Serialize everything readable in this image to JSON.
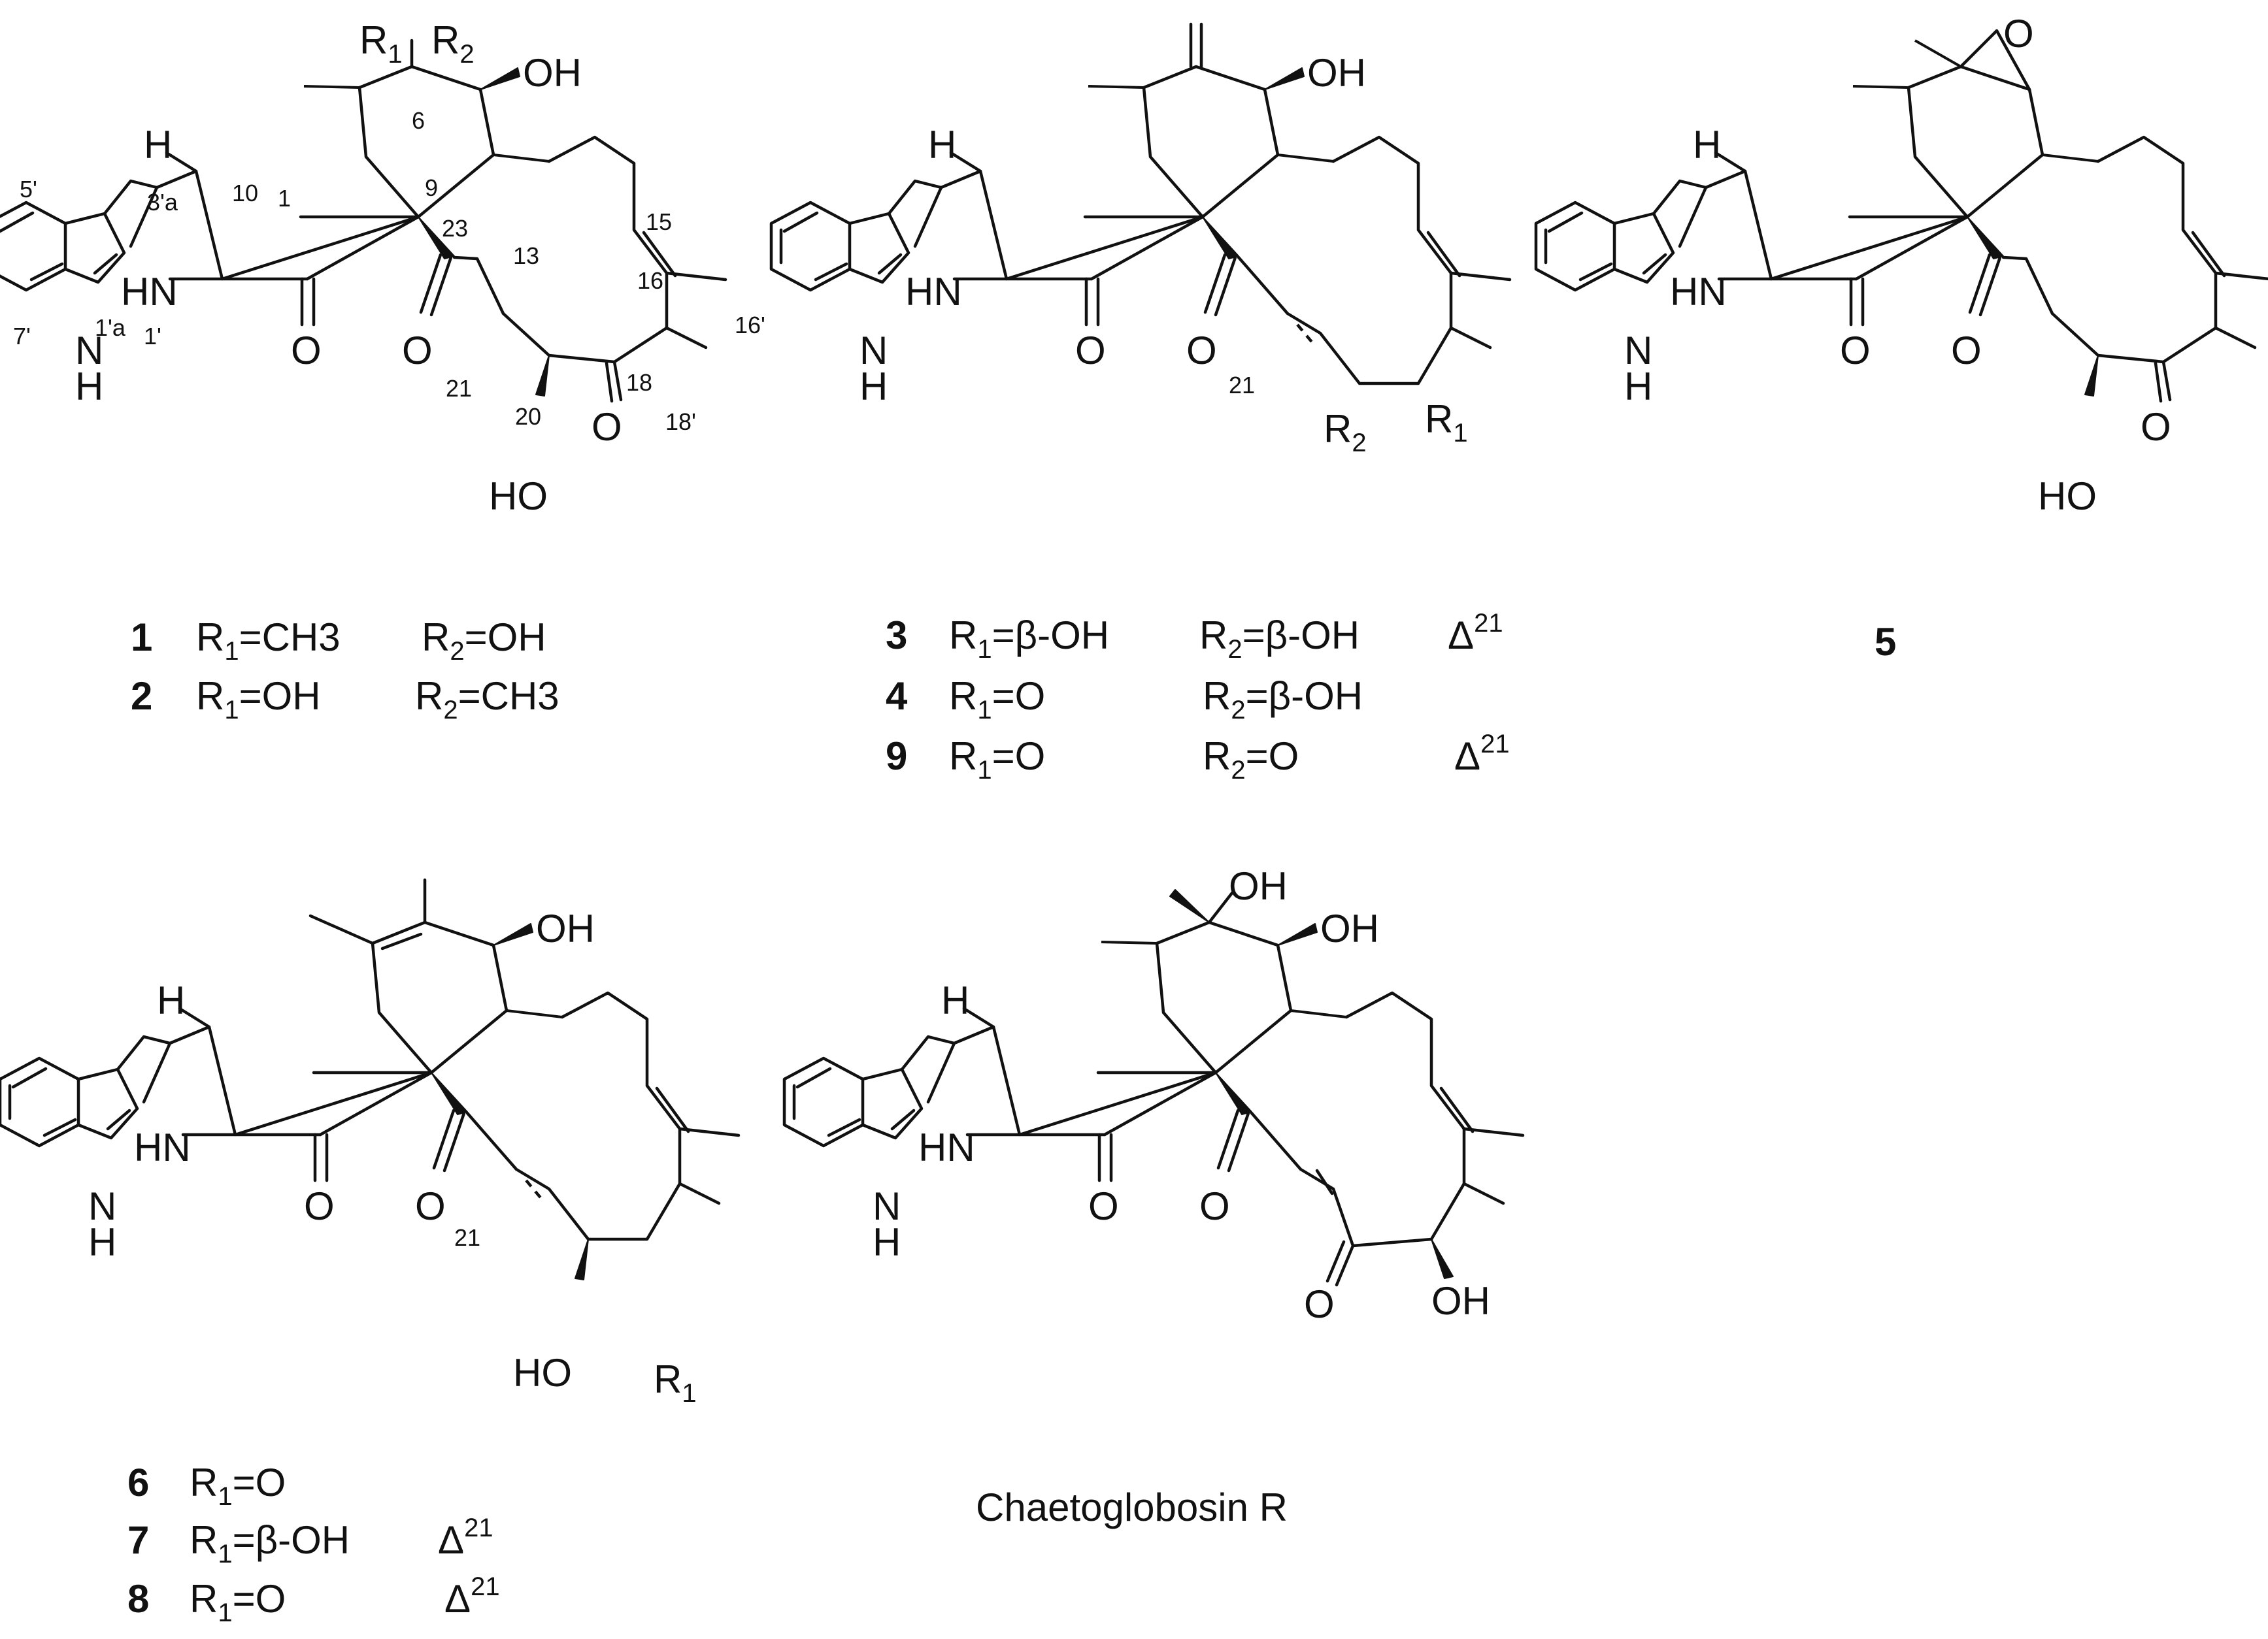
{
  "compounds": {
    "c1": {
      "id": "1",
      "r1": "CH3",
      "r2": "OH"
    },
    "c2": {
      "id": "2",
      "r1": "OH",
      "r2": "CH3"
    },
    "c3": {
      "id": "3",
      "r1": "β-OH",
      "r2": "β-OH",
      "delta": "21"
    },
    "c4": {
      "id": "4",
      "r1": "O",
      "r2": "β-OH"
    },
    "c9": {
      "id": "9",
      "r1": "O",
      "r2": "O",
      "delta": "21"
    },
    "c5": {
      "id": "5"
    },
    "c6": {
      "id": "6",
      "r1": "O"
    },
    "c7": {
      "id": "7",
      "r1": "β-OH",
      "delta": "21"
    },
    "c8": {
      "id": "8",
      "r1": "O",
      "delta": "21"
    },
    "chaetoglobosin_r": {
      "name": "Chaetoglobosin R"
    }
  },
  "atom_numbers": {
    "n6": "6",
    "n9": "9",
    "n10": "10",
    "n1": "1",
    "n23": "23",
    "n13": "13",
    "n15": "15",
    "n16": "16",
    "n16p": "16'",
    "n18": "18",
    "n18p": "18'",
    "n20": "20",
    "n21": "21",
    "n5p": "5'",
    "n3pa": "3'a",
    "n7p": "7'",
    "n1pa": "1'a",
    "n1p": "1'"
  }
}
